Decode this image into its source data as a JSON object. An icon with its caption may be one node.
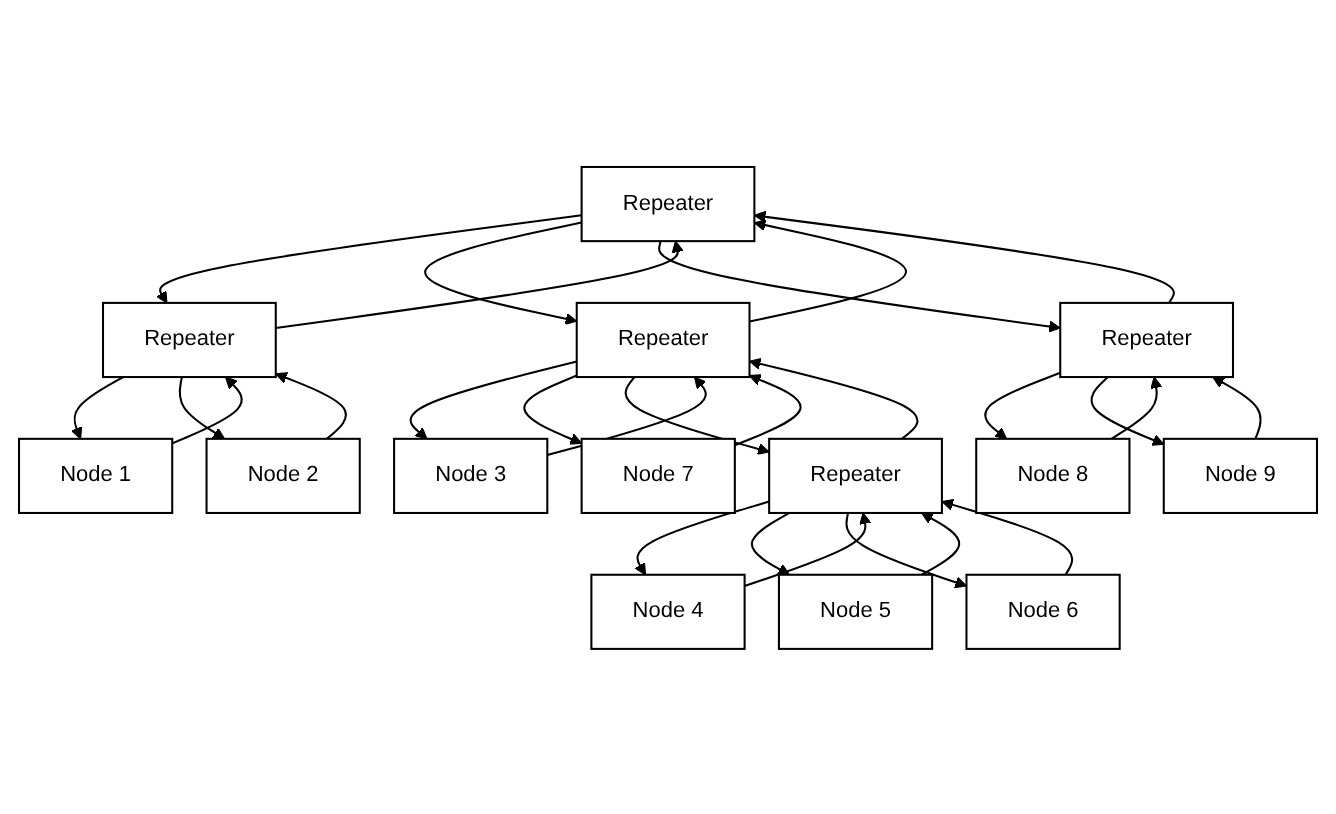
{
  "diagram": {
    "nodes": [
      {
        "text": [
          "Repeater"
        ]
      },
      {
        "text": [
          "Repeater"
        ]
      },
      {
        "text": [
          "Repeater"
        ]
      },
      {
        "text": [
          "Repeater"
        ]
      },
      {
        "text": [
          "Node 1"
        ]
      },
      {
        "text": [
          "Node 3"
        ]
      },
      {
        "text": [
          "Node 7"
        ]
      },
      {
        "text": [
          "Node 9"
        ]
      },
      {
        "text": [
          "Node 2"
        ]
      },
      {
        "text": [
          "Repeater"
        ]
      },
      {
        "text": [
          "Node 8"
        ]
      },
      {
        "text": [
          "Node 4"
        ]
      },
      {
        "text": [
          "Node 5"
        ]
      },
      {
        "text": [
          "Node 6"
        ]
      }
    ],
    "edges": [
      {
        "from": 0,
        "to": 1,
        "arrow": "to"
      },
      {
        "from": 1,
        "to": 0,
        "arrow": "to"
      },
      {
        "from": 0,
        "to": 2,
        "arrow": "to"
      },
      {
        "from": 2,
        "to": 0,
        "arrow": "to"
      },
      {
        "from": 0,
        "to": 3,
        "arrow": "to"
      },
      {
        "from": 3,
        "to": 0,
        "arrow": "to"
      },
      {
        "from": 1,
        "to": 4,
        "arrow": "to"
      },
      {
        "from": 4,
        "to": 1,
        "arrow": "to"
      },
      {
        "from": 1,
        "to": 8,
        "arrow": "to"
      },
      {
        "from": 8,
        "to": 1,
        "arrow": "to"
      },
      {
        "from": 2,
        "to": 5,
        "arrow": "to"
      },
      {
        "from": 5,
        "to": 2,
        "arrow": "to"
      },
      {
        "from": 2,
        "to": 6,
        "arrow": "to"
      },
      {
        "from": 6,
        "to": 2,
        "arrow": "to"
      },
      {
        "from": 2,
        "to": 9,
        "arrow": "to"
      },
      {
        "from": 9,
        "to": 2,
        "arrow": "to"
      },
      {
        "from": 3,
        "to": 10,
        "arrow": "to"
      },
      {
        "from": 10,
        "to": 3,
        "arrow": "to"
      },
      {
        "from": 3,
        "to": 7,
        "arrow": "to"
      },
      {
        "from": 7,
        "to": 3,
        "arrow": "to"
      },
      {
        "from": 9,
        "to": 11,
        "arrow": "to"
      },
      {
        "from": 11,
        "to": 9,
        "arrow": "to"
      },
      {
        "from": 9,
        "to": 12,
        "arrow": "to"
      },
      {
        "from": 12,
        "to": 9,
        "arrow": "to"
      },
      {
        "from": 9,
        "to": 13,
        "arrow": "to"
      },
      {
        "from": 13,
        "to": 9,
        "arrow": "to"
      }
    ]
  }
}
